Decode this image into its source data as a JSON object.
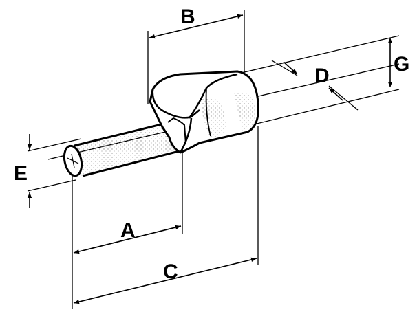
{
  "diagram": {
    "labels": {
      "a": "A",
      "b": "B",
      "c": "C",
      "d": "D",
      "e": "E",
      "g": "G"
    },
    "colors": {
      "ink": "#000000",
      "paper": "#ffffff",
      "shade": "#9a9a9a"
    }
  }
}
